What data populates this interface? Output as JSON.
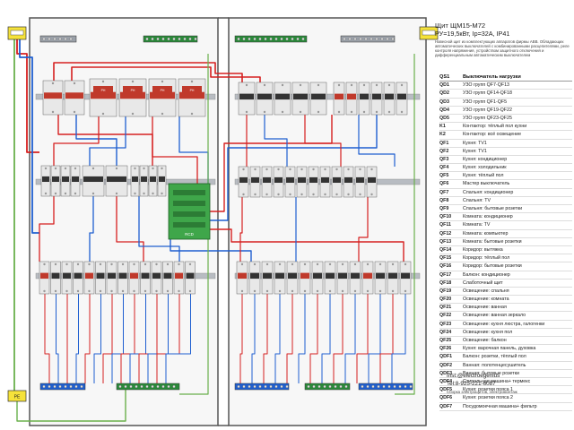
{
  "title": {
    "main": "Щит ЩМ15-М72",
    "params": "РУ=19,5кВт, Ір=32А, IP41",
    "desc": "Навесной щит из комплектующих аппаратов фирмы ABB. Обладающих автоматических выключателей с комбинированными расцепителями, реле контроля напряжения, устройством защитного отключения и дифференциальным автоматическим выключателем"
  },
  "legend_header": {
    "id": "QS1",
    "text": "Выключатель нагрузки"
  },
  "legend": [
    {
      "id": "QD1",
      "text": "УЗО групп QF7-QF13"
    },
    {
      "id": "QD2",
      "text": "УЗО групп QF14-QF18"
    },
    {
      "id": "QD3",
      "text": "УЗО групп QF1-QF5"
    },
    {
      "id": "QD4",
      "text": "УЗО групп QF19-QF22"
    },
    {
      "id": "QD5",
      "text": "УЗО групп QF23-QF25"
    },
    {
      "id": "K1",
      "text": "Контактор: тёплый пол кухни"
    },
    {
      "id": "K2",
      "text": "Контактор: всё освещение"
    },
    {
      "id": "QF1",
      "text": "Кухня: TV1"
    },
    {
      "id": "QF2",
      "text": "Кухня: TV1"
    },
    {
      "id": "QF3",
      "text": "Кухня: кондиционер"
    },
    {
      "id": "QF4",
      "text": "Кухня: холодильник"
    },
    {
      "id": "QF5",
      "text": "Кухня: тёплый пол"
    },
    {
      "id": "QF6",
      "text": "Мастер выключатель"
    },
    {
      "id": "QF7",
      "text": "Спальня: кондиционер"
    },
    {
      "id": "QF8",
      "text": "Спальня: TV"
    },
    {
      "id": "QF9",
      "text": "Спальня: бытовые розетки"
    },
    {
      "id": "QF10",
      "text": "Комната: кондиционер"
    },
    {
      "id": "QF11",
      "text": "Комната: TV"
    },
    {
      "id": "QF12",
      "text": "Комната: компьютер"
    },
    {
      "id": "QF13",
      "text": "Комната: бытовые розетки"
    },
    {
      "id": "QF14",
      "text": "Коридор: вытяжка"
    },
    {
      "id": "QF15",
      "text": "Коридор: тёплый пол"
    },
    {
      "id": "QF16",
      "text": "Коридор: бытовые розетки"
    },
    {
      "id": "QF17",
      "text": "Балкон: кондиционер"
    },
    {
      "id": "QF18",
      "text": "Слаботочный щит"
    },
    {
      "id": "QF19",
      "text": "Освещение: спальня"
    },
    {
      "id": "QF20",
      "text": "Освещение: комната"
    },
    {
      "id": "QF21",
      "text": "Освещение: ванная"
    },
    {
      "id": "QF22",
      "text": "Освещение: ванная зеркало"
    },
    {
      "id": "QF23",
      "text": "Освещение: кухня люстра, галогенки"
    },
    {
      "id": "QF24",
      "text": "Освещение: кухня пол"
    },
    {
      "id": "QF25",
      "text": "Освещение: балкон"
    },
    {
      "id": "QF26",
      "text": "Кухня: варочная панель, духовка"
    },
    {
      "id": "QDF1",
      "text": "Балкон: розетки, тёплый пол"
    },
    {
      "id": "QDF2",
      "text": "Ванная: полотенцесушитель"
    },
    {
      "id": "QDF3",
      "text": "Ванная: бытовые розетки"
    },
    {
      "id": "QDF4",
      "text": "Стиральная машина+ термекс"
    },
    {
      "id": "QDF5",
      "text": "Кухня: розетки пояса 1"
    },
    {
      "id": "QDF6",
      "text": "Кухня: розетки пояса 2"
    },
    {
      "id": "QDF7",
      "text": "Посудомоечная машина+ фильтр"
    }
  ],
  "footer": {
    "insta": "Inst:@electroegenius",
    "tel": "Tel:8-925-221-6087",
    "note": "Сборка электрощитов, электромонтаж"
  },
  "device_labels": {
    "relay": "РН",
    "module": "RCD",
    "ground": "PE"
  },
  "colors": {
    "phase": "#d62020",
    "neutral": "#1f5fd0",
    "ground": "#6ab04c",
    "breaker": "#e8e8e8",
    "rail": "#b8bcc2",
    "bus": "#2a8a3a",
    "enclosure": "#444444"
  }
}
